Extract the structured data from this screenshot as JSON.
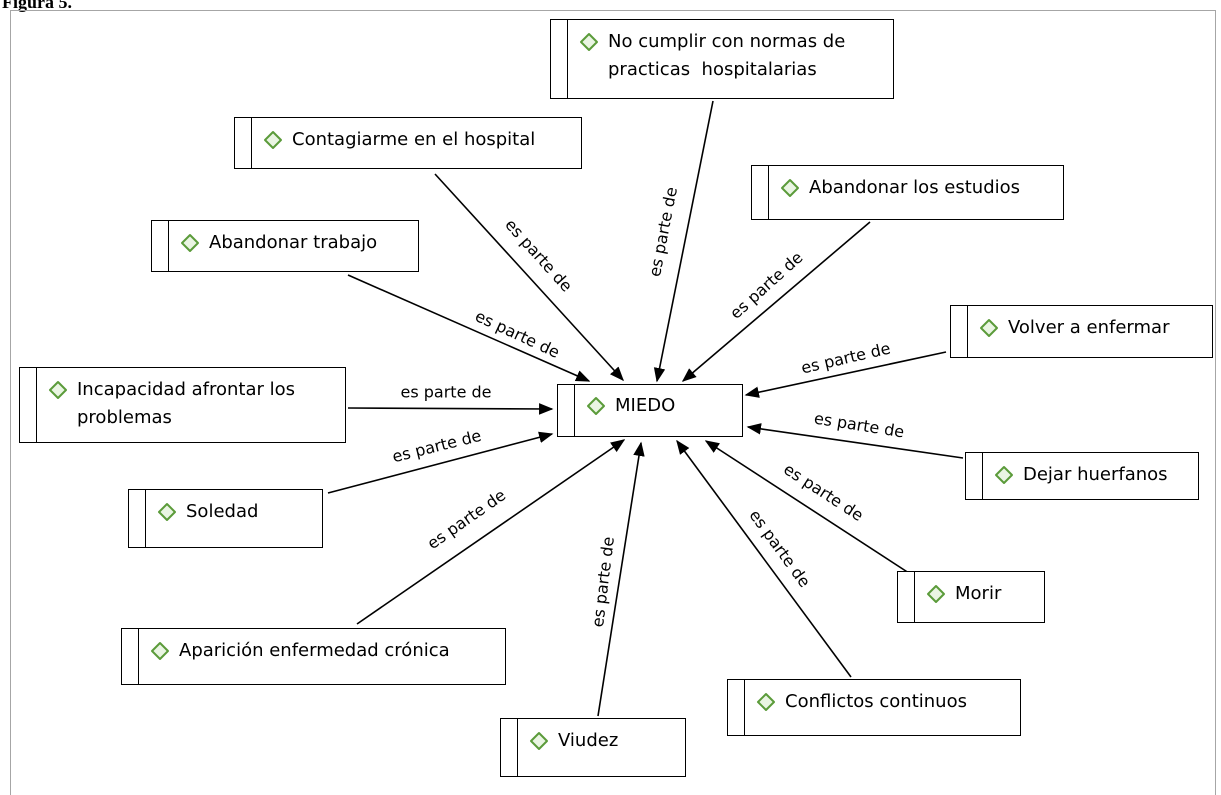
{
  "figure_label": "Figura 5.",
  "colors": {
    "diamond_stroke": "#5b9b3a",
    "diamond_fill": "#eaf5e3",
    "line": "#000000"
  },
  "center": {
    "label": "MIEDO"
  },
  "edge_label": "es parte de",
  "nodes": [
    {
      "id": "normas",
      "label": "No cumplir con normas de\npracticas  hospitalarias"
    },
    {
      "id": "contagio",
      "label": "Contagiarme en el hospital"
    },
    {
      "id": "estudios",
      "label": "Abandonar los estudios"
    },
    {
      "id": "trabajo",
      "label": "Abandonar trabajo"
    },
    {
      "id": "enfermar",
      "label": "Volver a enfermar"
    },
    {
      "id": "incapacidad",
      "label": "Incapacidad afrontar los\nproblemas"
    },
    {
      "id": "huerfanos",
      "label": "Dejar huerfanos"
    },
    {
      "id": "soledad",
      "label": "Soledad"
    },
    {
      "id": "morir",
      "label": "Morir"
    },
    {
      "id": "cronica",
      "label": "Aparición enfermedad crónica"
    },
    {
      "id": "conflictos",
      "label": "Conflictos continuos"
    },
    {
      "id": "viudez",
      "label": "Viudez"
    }
  ]
}
